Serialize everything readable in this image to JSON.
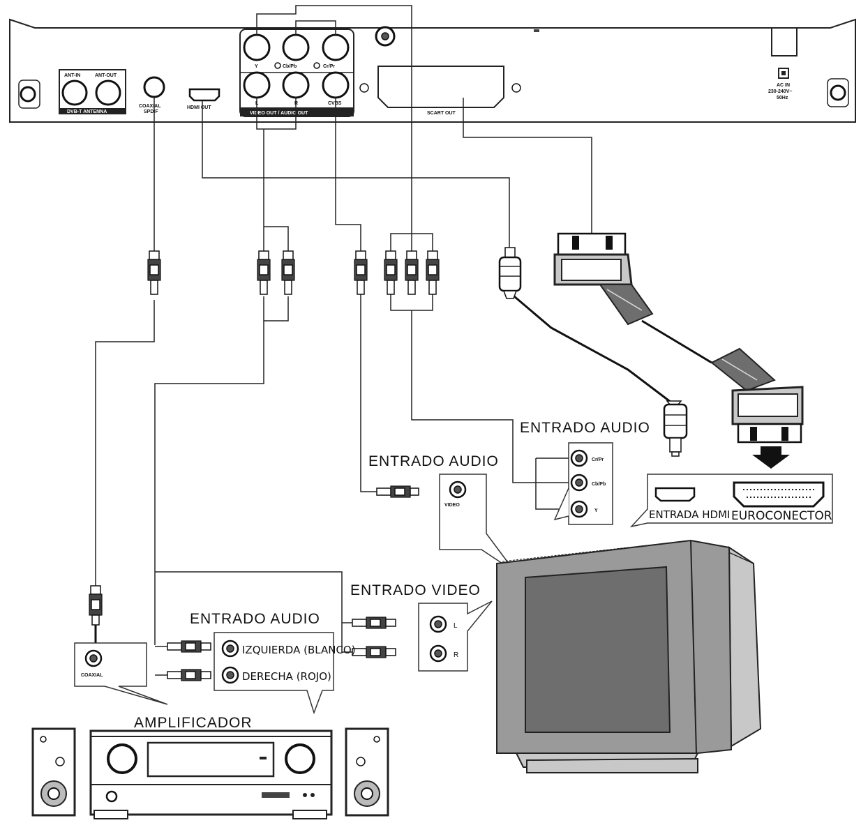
{
  "labels": {
    "ant_in": "ANT-IN",
    "ant_out": "ANT-OUT",
    "dvbt": "DVB-T ANTENNA",
    "coaxial": "COAXIAL",
    "spdif": "SPDIF",
    "hdmi_out": "HDMI OUT",
    "y": "Y",
    "cb": "Cb/Pb",
    "cr": "Cr/Pr",
    "l": "L",
    "r": "R",
    "cvbs": "CVBS",
    "video_audio_out": "VIDEO OUT / AUDIO OUT",
    "scart_out": "SCART OUT",
    "ac_in_1": "AC IN",
    "ac_in_2": "230-240V~",
    "ac_in_3": "50Hz",
    "entrado_audio_comp": "ENTRADO AUDIO",
    "entrado_audio_video": "ENTRADO AUDIO",
    "entrado_audio_amp": "ENTRADO AUDIO",
    "entrado_video": "ENTRADO VIDEO",
    "comp_cr": "Cr/Pr",
    "comp_cb": "Cb/Pb",
    "comp_y": "Y",
    "video": "VIDEO",
    "tv_l": "L",
    "tv_r": "R",
    "entrada_hdmi": "ENTRADA HDMI",
    "euroconector": "EUROCONECTOR",
    "izquierda": "IZQUIERDA (BLANCO)",
    "derecha": "DERECHA (ROJO)",
    "amp_coaxial": "COAXIAL",
    "amplificador": "AMPLIFICADOR"
  },
  "colors": {
    "line": "#222222",
    "panel_fill": "#ffffff",
    "tv_body": "#9a9a9a",
    "tv_screen": "#6e6e6e",
    "scart_plug": "#8a8a8a"
  }
}
